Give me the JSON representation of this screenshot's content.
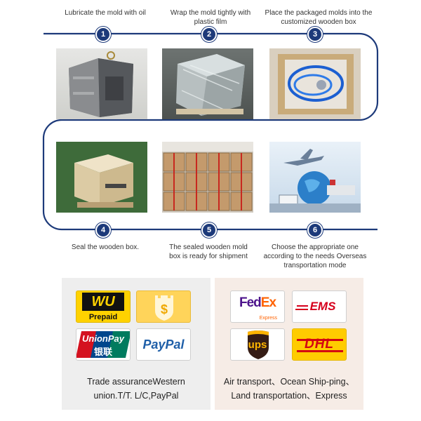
{
  "steps": [
    {
      "number": "1",
      "caption": "Lubricate the mold with oil"
    },
    {
      "number": "2",
      "caption": "Wrap the mold tightly with plastic film"
    },
    {
      "number": "3",
      "caption": "Place the packaged molds into the customized wooden box"
    },
    {
      "number": "4",
      "caption": "Seal the wooden box."
    },
    {
      "number": "5",
      "caption": "The sealed wooden mold box is ready for shipment"
    },
    {
      "number": "6",
      "caption": "Choose the appropriate one according to the needs  Overseas transportation mode"
    }
  ],
  "payment": {
    "logos": {
      "western_union_mark": "WU",
      "western_union_sub": "Prepaid",
      "unionpay_text": "UnionPay",
      "unionpay_cn": "银联",
      "paypal_text": "PayPal"
    },
    "line1": "Trade assuranceWestern",
    "line2": "union.T/T. L/C,PayPal"
  },
  "shipping": {
    "logos": {
      "fedex_fed": "Fed",
      "fedex_ex": "Ex",
      "fedex_sub": "Express",
      "ems_text": "EMS",
      "ups_text": "ups",
      "dhl_text": "DHL"
    },
    "line1": "Air transport、Ocean Ship-ping、",
    "line2": "Land transportation、Express"
  },
  "colors": {
    "line": "#1d3a7a",
    "payment_bg": "#eeeeee",
    "shipping_bg": "#f6ece6",
    "fedex_purple": "#4d148c",
    "fedex_orange": "#ff6200",
    "dhl_yellow": "#ffcc00",
    "dhl_red": "#d40511",
    "ems_red": "#d6001c"
  }
}
